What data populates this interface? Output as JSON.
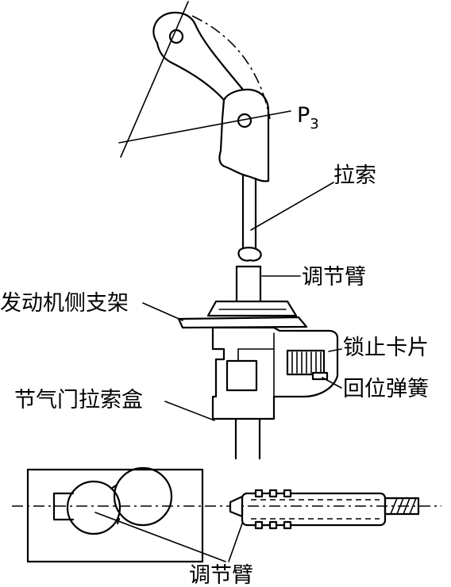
{
  "labels": {
    "pedal_point": {
      "letter": "P",
      "subscript": "3"
    },
    "cable": "拉索",
    "adjust_arm_top": "调节臂",
    "engine_bracket": "发动机侧支架",
    "lock_clip": "锁止卡片",
    "return_spring": "回位弹簧",
    "throttle_cable_box": "节气门拉索盒",
    "adjust_arm_bottom": "调节臂"
  },
  "colors": {
    "line": "#000000",
    "background": "#ffffff"
  }
}
